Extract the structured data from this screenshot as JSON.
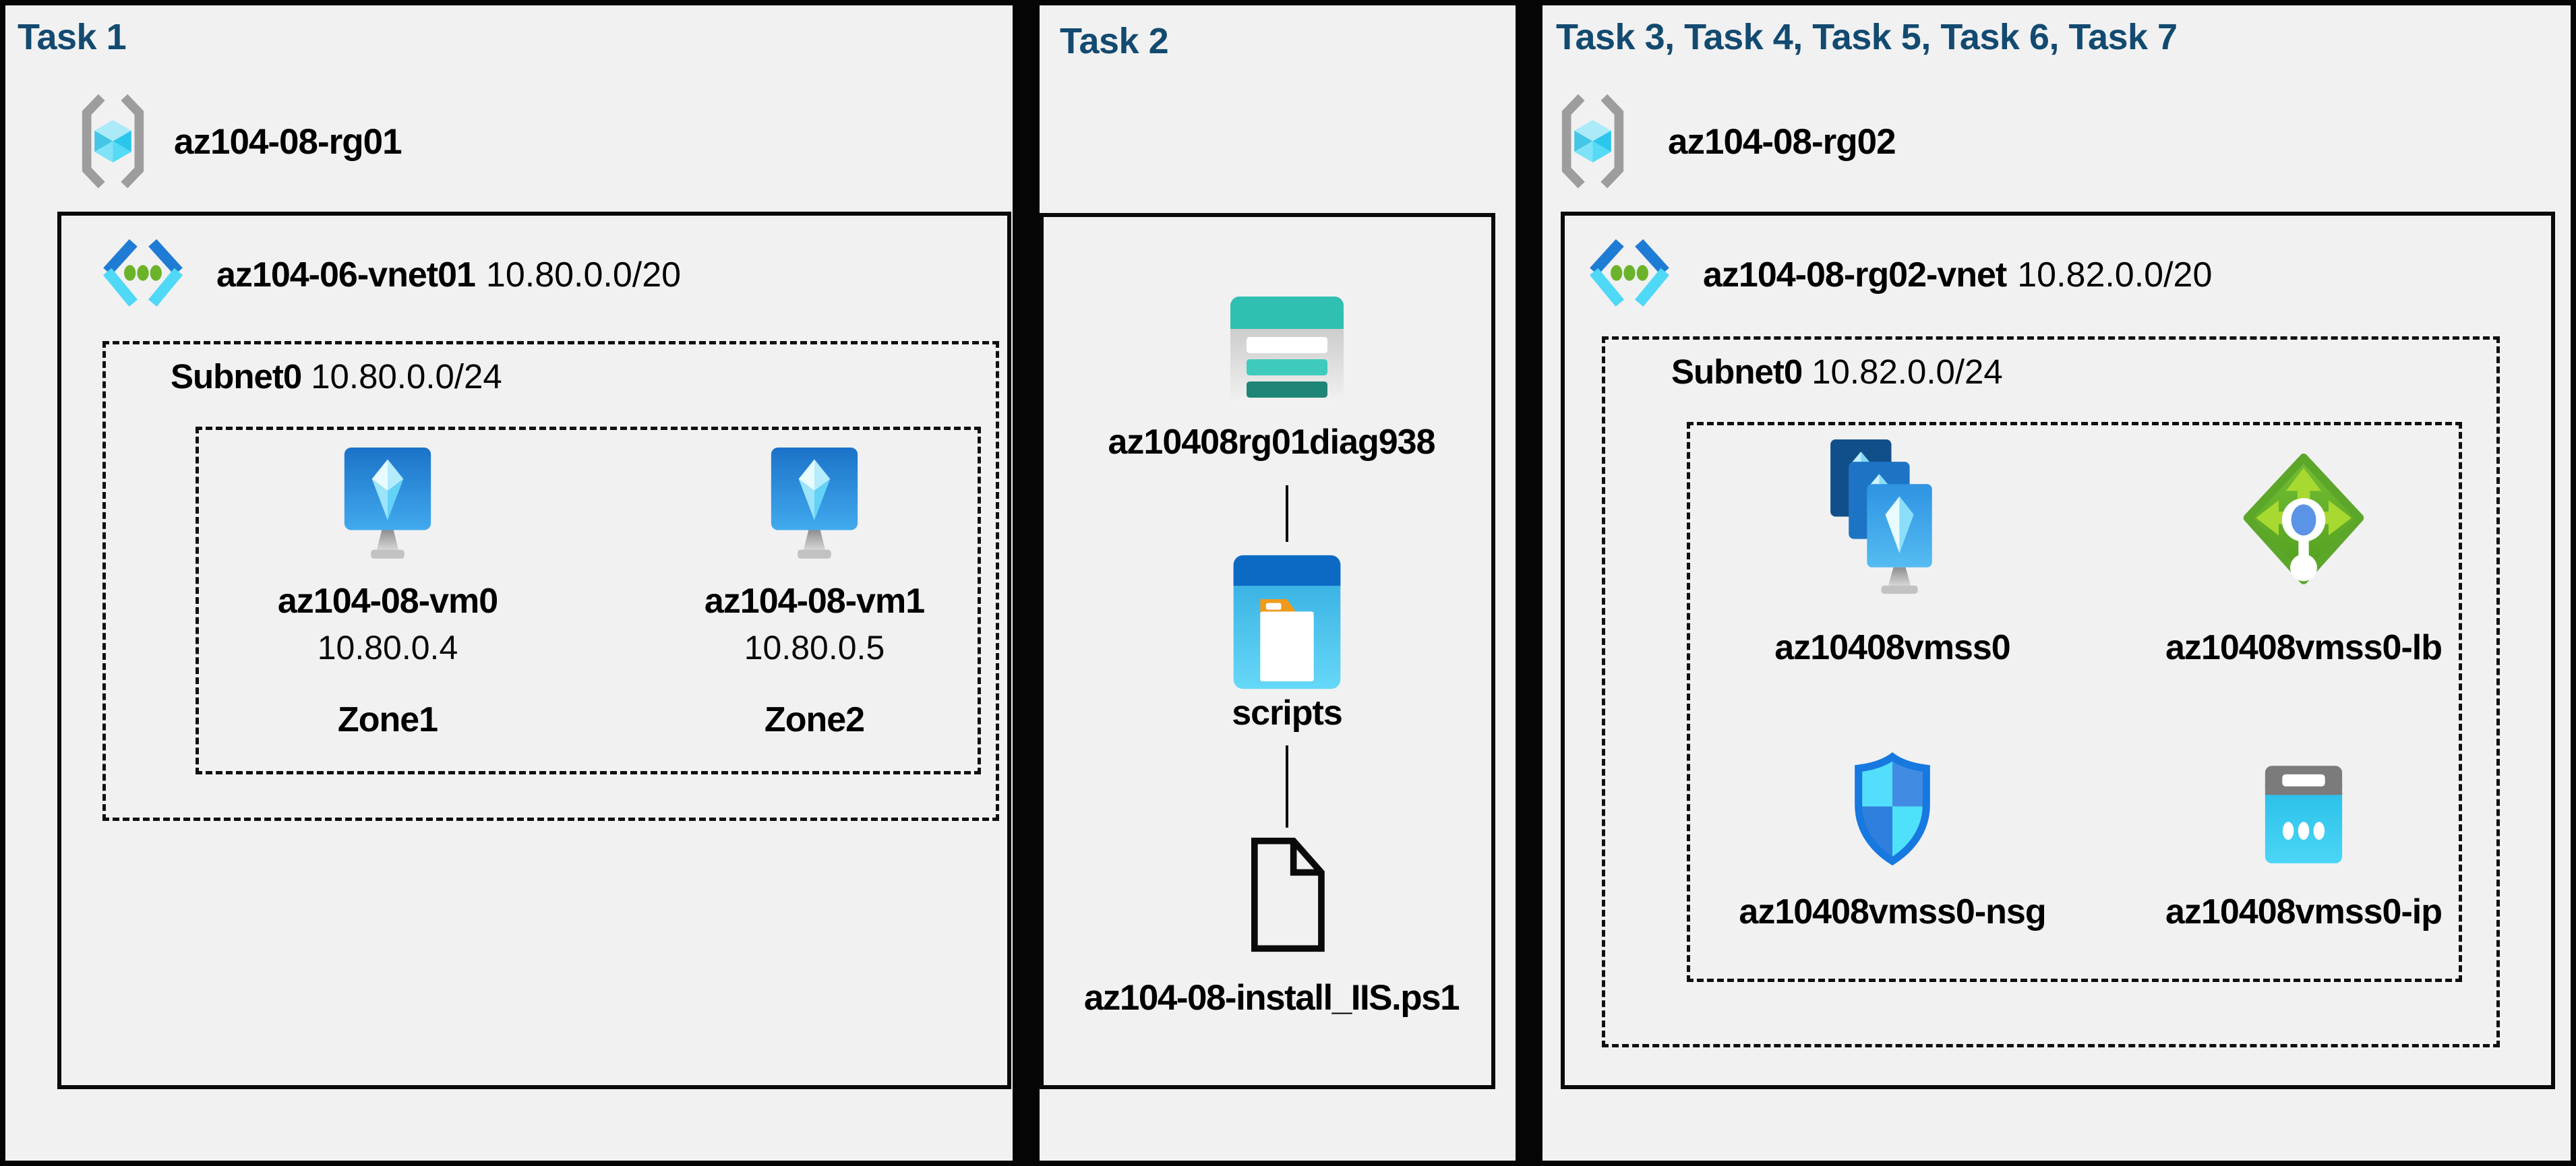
{
  "colors": {
    "panel_background": "#F1F1F2",
    "frame": "#000000",
    "title_navy": "#134A70",
    "label_black": "#000000",
    "azure_blue": "#1F7CD4",
    "azure_cyan": "#50D8F7",
    "vnet_dot_green": "#6CB32C",
    "lb_green": "#5FAC27",
    "storage_teal": "#2FC0B1",
    "folder_orange": "#F09A1C"
  },
  "panel1": {
    "title": "Task 1",
    "resource_group": "az104-08-rg01",
    "vnet_name": "az104-06-vnet01",
    "vnet_cidr": "10.80.0.0/20",
    "subnet_name": "Subnet0",
    "subnet_cidr": "10.80.0.0/24",
    "vms": [
      {
        "name": "az104-08-vm0",
        "ip": "10.80.0.4",
        "zone": "Zone1"
      },
      {
        "name": "az104-08-vm1",
        "ip": "10.80.0.5",
        "zone": "Zone2"
      }
    ]
  },
  "panel2": {
    "title": "Task 2",
    "storage_account": "az10408rg01diag938",
    "container": "scripts",
    "script_file": "az104-08-install_IIS.ps1"
  },
  "panel3": {
    "title": "Task 3, Task 4, Task 5, Task 6, Task 7",
    "resource_group": "az104-08-rg02",
    "vnet_name": "az104-08-rg02-vnet",
    "vnet_cidr": "10.82.0.0/20",
    "subnet_name": "Subnet0",
    "subnet_cidr": "10.82.0.0/24",
    "resources": [
      {
        "name": "az10408vmss0",
        "type": "vm-scale-set"
      },
      {
        "name": "az10408vmss0-lb",
        "type": "load-balancer"
      },
      {
        "name": "az10408vmss0-nsg",
        "type": "network-security-group"
      },
      {
        "name": "az10408vmss0-ip",
        "type": "public-ip"
      }
    ]
  }
}
